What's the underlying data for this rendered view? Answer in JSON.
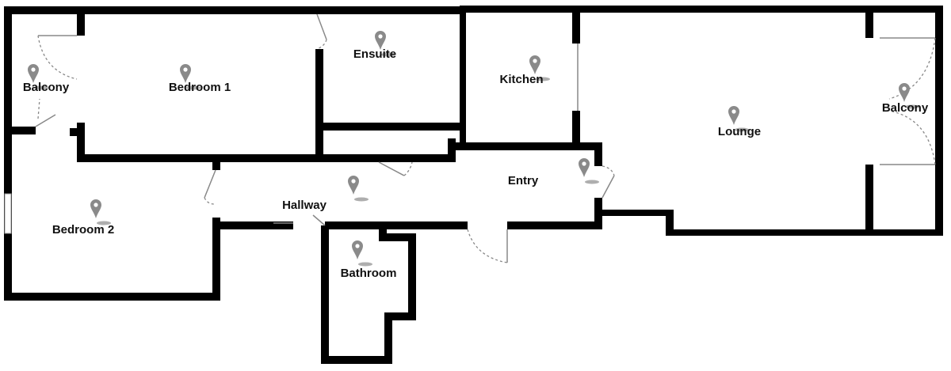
{
  "floorplan": {
    "rooms": [
      {
        "id": "balcony-left",
        "label": "Balcony"
      },
      {
        "id": "bedroom-1",
        "label": "Bedroom 1"
      },
      {
        "id": "ensuite",
        "label": "Ensuite"
      },
      {
        "id": "kitchen",
        "label": "Kitchen"
      },
      {
        "id": "lounge",
        "label": "Lounge"
      },
      {
        "id": "balcony-right",
        "label": "Balcony"
      },
      {
        "id": "bedroom-2",
        "label": "Bedroom 2"
      },
      {
        "id": "hallway",
        "label": "Hallway"
      },
      {
        "id": "entry",
        "label": "Entry"
      },
      {
        "id": "bathroom",
        "label": "Bathroom"
      }
    ],
    "colors": {
      "wall": "#000000",
      "pin": "#8a8a8a",
      "door": "#888888"
    }
  }
}
